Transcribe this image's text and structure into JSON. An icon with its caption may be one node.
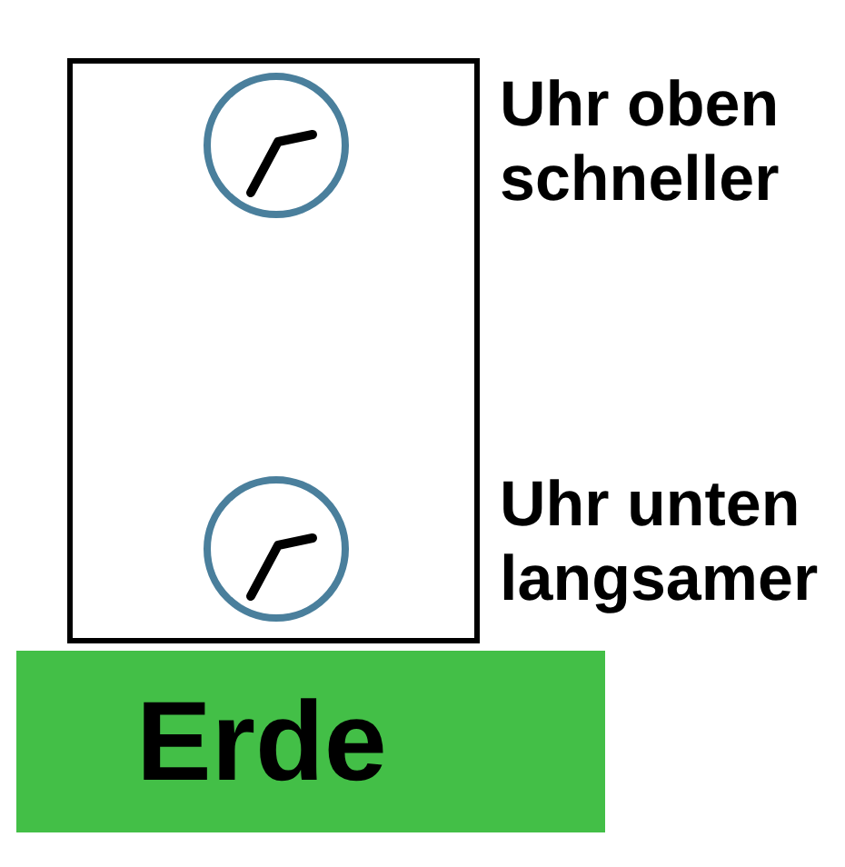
{
  "diagram": {
    "nodes": [
      {
        "text": [],
        "shape": "box"
      },
      {
        "text": [],
        "shape": "picture",
        "in": 0
      },
      {
        "text": [],
        "shape": "picture",
        "in": 0
      },
      {
        "text": [
          "Erde"
        ]
      }
    ],
    "labels": [
      "Uhr oben schneller",
      "Uhr unten langsamer"
    ]
  }
}
